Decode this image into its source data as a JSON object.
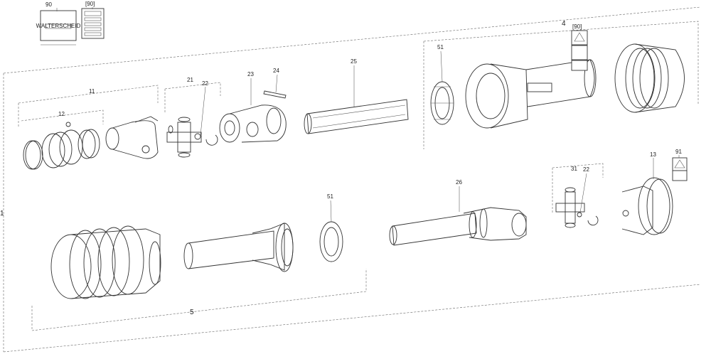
{
  "callouts": {
    "c90a": "90",
    "c90b": "[90]",
    "c4": "4",
    "c90c": "[90]",
    "c11": "11",
    "c12": "12",
    "c21": "21",
    "c22a": "22",
    "c23": "23",
    "c24": "24",
    "c25": "25",
    "c51a": "51",
    "c1": "1",
    "c51b": "51",
    "c26": "26",
    "c31": "31",
    "c22b": "22",
    "c13": "13",
    "c91": "91",
    "c5": "5"
  },
  "product_label": "WALTERSCHEID"
}
